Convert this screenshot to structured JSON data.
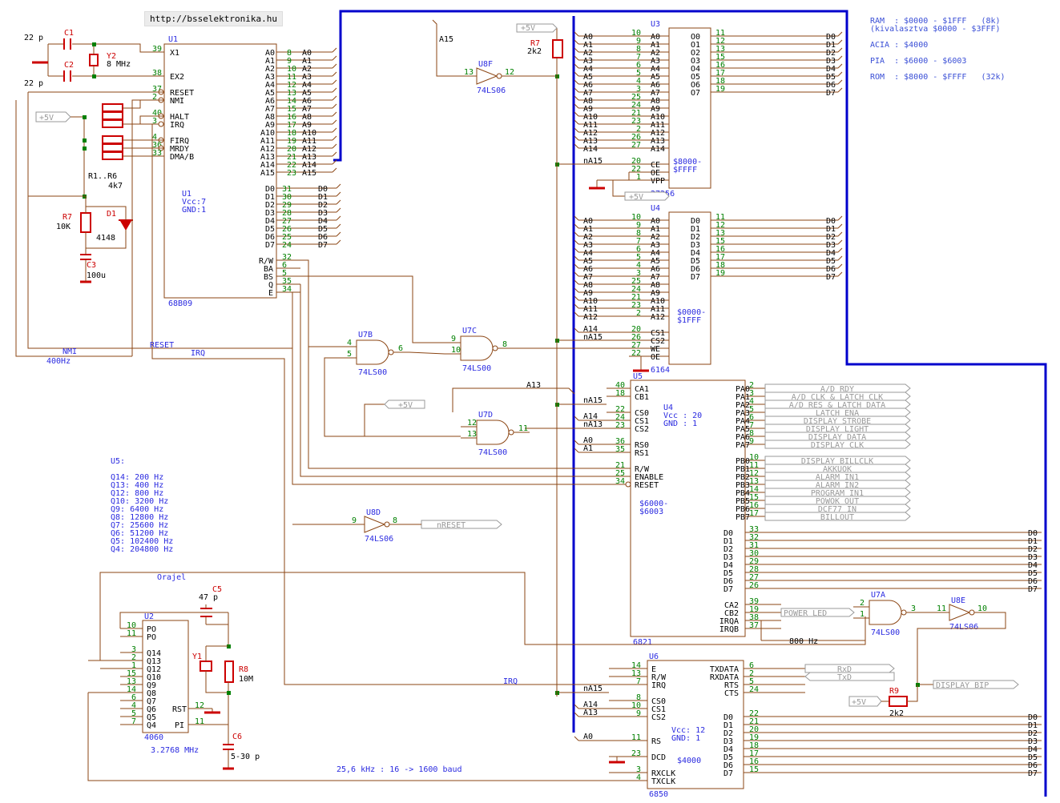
{
  "url": "http://bsselektronika.hu",
  "memory_map": [
    "RAM  : $0000 - $1FFF   (8k)",
    "(kivalasztva $0000 - $3FFF)",
    "ACIA : $4000",
    "PIA  : $6000 - $6003",
    "ROM  : $8000 - $FFFF   (32k)"
  ],
  "u5_title": "U5:",
  "u5_freq": [
    "Q14: 200 Hz",
    "Q13: 400 Hz",
    "Q12: 800 Hz",
    "Q10: 3200 Hz",
    "Q9: 6400 Hz",
    "Q8: 12800 Hz",
    "Q7: 25600 Hz",
    "Q6: 51200 Hz",
    "Q5: 102400 Hz",
    "Q4: 204800 Hz"
  ],
  "notes": {
    "orajel": "Orajel",
    "baud": "25,6 kHz : 16 -> 1600 baud",
    "hz800": "800 Hz",
    "nmi": "NMI",
    "hz400": "400Hz",
    "reset": "RESET",
    "irq": "IRQ",
    "irq2": "IRQ"
  },
  "u1": {
    "name": "U1",
    "type": "68B09",
    "info": [
      "U1",
      "Vcc:7",
      "GND:1"
    ],
    "left_pins": [
      {
        "num": "39",
        "label": "X1"
      },
      {
        "num": "38",
        "label": "EX2"
      },
      {
        "num": "37",
        "label": "RESET"
      },
      {
        "num": "2",
        "label": "NMI"
      },
      {
        "num": "40",
        "label": "HALT"
      },
      {
        "num": "3",
        "label": "IRQ"
      },
      {
        "num": "4",
        "label": "FIRQ"
      },
      {
        "num": "36",
        "label": "MRDY"
      },
      {
        "num": "33",
        "label": "DMA/B"
      }
    ],
    "addr_pins": [
      {
        "num": "8",
        "label": "A0"
      },
      {
        "num": "9",
        "label": "A1"
      },
      {
        "num": "10",
        "label": "A2"
      },
      {
        "num": "11",
        "label": "A3"
      },
      {
        "num": "12",
        "label": "A4"
      },
      {
        "num": "13",
        "label": "A5"
      },
      {
        "num": "14",
        "label": "A6"
      },
      {
        "num": "15",
        "label": "A7"
      },
      {
        "num": "16",
        "label": "A8"
      },
      {
        "num": "17",
        "label": "A9"
      },
      {
        "num": "18",
        "label": "A10"
      },
      {
        "num": "19",
        "label": "A11"
      },
      {
        "num": "20",
        "label": "A12"
      },
      {
        "num": "21",
        "label": "A13"
      },
      {
        "num": "22",
        "label": "A14"
      },
      {
        "num": "23",
        "label": "A15"
      }
    ],
    "data_pins": [
      {
        "num": "31",
        "label": "D0"
      },
      {
        "num": "30",
        "label": "D1"
      },
      {
        "num": "29",
        "label": "D2"
      },
      {
        "num": "28",
        "label": "D3"
      },
      {
        "num": "27",
        "label": "D4"
      },
      {
        "num": "26",
        "label": "D5"
      },
      {
        "num": "25",
        "label": "D6"
      },
      {
        "num": "24",
        "label": "D7"
      }
    ],
    "ctrl_pins": [
      {
        "num": "32",
        "label": "R/W"
      },
      {
        "num": "6",
        "label": "BA"
      },
      {
        "num": "5",
        "label": "BS"
      },
      {
        "num": "35",
        "label": "Q"
      },
      {
        "num": "34",
        "label": "E"
      }
    ]
  },
  "u3": {
    "name": "U3",
    "type": "27256",
    "range": [
      "$8000-",
      "$FFFF"
    ],
    "addr_nums": [
      "10",
      "9",
      "8",
      "7",
      "6",
      "5",
      "4",
      "3",
      "25",
      "24",
      "21",
      "23",
      "2",
      "26",
      "27"
    ],
    "addr_labels": [
      "A0",
      "A1",
      "A2",
      "A3",
      "A4",
      "A5",
      "A6",
      "A7",
      "A8",
      "A9",
      "A10",
      "A11",
      "A12",
      "A13",
      "A14"
    ],
    "out_nums": [
      "11",
      "12",
      "13",
      "15",
      "16",
      "17",
      "18",
      "19"
    ],
    "out_labels": [
      "O0",
      "O1",
      "O2",
      "O3",
      "O4",
      "O5",
      "O6",
      "O7"
    ],
    "ctrl": [
      {
        "num": "20",
        "label": "CE"
      },
      {
        "num": "22",
        "label": "OE"
      },
      {
        "num": "1",
        "label": "VPP"
      }
    ]
  },
  "u4": {
    "name": "U4",
    "type": "6164",
    "range": [
      "$0000-",
      "$1FFF"
    ],
    "addr_nums": [
      "10",
      "9",
      "8",
      "7",
      "6",
      "5",
      "4",
      "3",
      "25",
      "24",
      "21",
      "23",
      "2"
    ],
    "addr_labels": [
      "A0",
      "A1",
      "A2",
      "A3",
      "A4",
      "A5",
      "A6",
      "A7",
      "A8",
      "A9",
      "A10",
      "A11",
      "A12"
    ],
    "data_nums": [
      "11",
      "12",
      "13",
      "15",
      "16",
      "17",
      "18",
      "19"
    ],
    "ctrl": [
      {
        "num": "20",
        "label": "CS1"
      },
      {
        "num": "26",
        "label": "CS2"
      },
      {
        "num": "27",
        "label": "WE"
      },
      {
        "num": "22",
        "label": "OE"
      }
    ]
  },
  "u5": {
    "name": "U5",
    "type": "6821",
    "info": [
      "U4",
      "Vcc : 20",
      "GND : 1"
    ],
    "range": [
      "$6000-",
      "$6003"
    ],
    "left_pins": [
      {
        "num": "40",
        "label": "CA1"
      },
      {
        "num": "18",
        "label": "CB1"
      },
      {
        "num": "22",
        "label": "CS0"
      },
      {
        "num": "24",
        "label": "CS1"
      },
      {
        "num": "23",
        "label": "CS2"
      },
      {
        "num": "36",
        "label": "RS0"
      },
      {
        "num": "35",
        "label": "RS1"
      },
      {
        "num": "21",
        "label": "R/W"
      },
      {
        "num": "25",
        "label": "ENABLE"
      },
      {
        "num": "34",
        "label": "RESET"
      }
    ],
    "pa_nums": [
      "2",
      "3",
      "4",
      "5",
      "6",
      "7",
      "8",
      "9"
    ],
    "pa_signals": [
      "A/D RDY",
      "A/D CLK & LATCH CLK",
      "A/D RES & LATCH DATA",
      "LATCH ENA",
      "DISPLAY STROBE",
      "DISPLAY LIGHT",
      "DISPLAY DATA",
      "DISPLAY CLK"
    ],
    "pb_nums": [
      "10",
      "11",
      "12",
      "13",
      "14",
      "15",
      "16",
      "17"
    ],
    "pb_signals": [
      "DISPLAY BILLCLK",
      "AKKUOK",
      "ALARM IN1",
      "ALARM IN2",
      "PROGRAM IN1",
      "POWOK OUT",
      "DCF77 IN",
      "BILLOUT"
    ],
    "data_nums": [
      "33",
      "32",
      "31",
      "30",
      "29",
      "28",
      "27",
      "26"
    ],
    "ca2_cb2": [
      {
        "num": "39",
        "label": "CA2"
      },
      {
        "num": "19",
        "label": "CB2"
      },
      {
        "num": "38",
        "label": "IRQA"
      },
      {
        "num": "37",
        "label": "IRQB"
      }
    ],
    "power_led": "POWER LED"
  },
  "u6": {
    "name": "U6",
    "type": "6850",
    "info": [
      "Vcc: 12",
      "GND: 1"
    ],
    "addr": "$4000",
    "left_pins": [
      {
        "num": "14",
        "label": "E"
      },
      {
        "num": "13",
        "label": "R/W"
      },
      {
        "num": "7",
        "label": "IRQ"
      },
      {
        "num": "8",
        "label": "CS0"
      },
      {
        "num": "10",
        "label": "CS1"
      },
      {
        "num": "9",
        "label": "CS2"
      },
      {
        "num": "11",
        "label": "RS"
      },
      {
        "num": "23",
        "label": "DCD"
      },
      {
        "num": "3",
        "label": "RXCLK"
      },
      {
        "num": "4",
        "label": "TXCLK"
      }
    ],
    "right_pins": [
      {
        "num": "6",
        "label": "TXDATA"
      },
      {
        "num": "2",
        "label": "RXDATA"
      },
      {
        "num": "5",
        "label": "RTS"
      },
      {
        "num": "24",
        "label": "CTS"
      }
    ],
    "rxd": "RxD",
    "txd": "TxD",
    "data_nums": [
      "22",
      "21",
      "20",
      "19",
      "18",
      "17",
      "16",
      "15"
    ]
  },
  "u2": {
    "name": "U2",
    "type": "4060",
    "freq": "3.2768 MHz",
    "pins": [
      {
        "num": "10",
        "label": "PO"
      },
      {
        "num": "11",
        "label": "PO"
      },
      {
        "num": "3",
        "label": "Q14"
      },
      {
        "num": "2",
        "label": "Q13"
      },
      {
        "num": "1",
        "label": "Q12"
      },
      {
        "num": "15",
        "label": "Q10"
      },
      {
        "num": "13",
        "label": "Q9"
      },
      {
        "num": "14",
        "label": "Q8"
      },
      {
        "num": "6",
        "label": "Q7"
      },
      {
        "num": "4",
        "label": "Q6"
      },
      {
        "num": "5",
        "label": "Q5"
      },
      {
        "num": "7",
        "label": "Q4"
      }
    ],
    "rst": {
      "num": "12",
      "label": "RST"
    },
    "pi": {
      "num": "11",
      "label": "PI"
    }
  },
  "gates": {
    "u7b": {
      "name": "U7B",
      "type": "74LS00",
      "in1": "4",
      "in2": "5",
      "out": "6"
    },
    "u7c": {
      "name": "U7C",
      "type": "74LS00",
      "in1": "9",
      "in2": "10",
      "out": "8"
    },
    "u7d": {
      "name": "U7D",
      "type": "74LS00",
      "in1": "12",
      "in2": "13",
      "out": "11"
    },
    "u7a": {
      "name": "U7A",
      "type": "74LS00",
      "in1": "2",
      "in2": "1",
      "out": "3"
    },
    "u8f": {
      "name": "U8F",
      "type": "74LS06",
      "in": "13",
      "out": "12"
    },
    "u8d": {
      "name": "U8D",
      "type": "74LS06",
      "in": "9",
      "out": "8"
    },
    "u8e": {
      "name": "U8E",
      "type": "74LS06",
      "in": "11",
      "out": "10"
    }
  },
  "parts": {
    "c1": "C1",
    "c2": "C2",
    "c1v": "22 p",
    "c2v": "22 p",
    "y2": "Y2",
    "y2v": "8 MHz",
    "r16": "R1..R6",
    "r16v": "4k7",
    "r7a": "R7",
    "r7av": "10K",
    "d1": "D1",
    "d1v": "4148",
    "c3": "C3",
    "c3v": "100u",
    "r7b": "R7",
    "r7bv": "2k2",
    "c5": "C5",
    "c5v": "47 p",
    "y1": "Y1",
    "r8": "R8",
    "r8v": "10M",
    "c6": "C6",
    "c6v": "5-30 p",
    "r9": "R9",
    "r9v": "2k2",
    "plus5v": "+5V"
  },
  "signals": {
    "a15": "A15",
    "a13": "A13",
    "a14": "A14",
    "na15": "nA15",
    "na13": "nA13",
    "a0": "A0",
    "a1": "A1",
    "nreset": "nRESET",
    "display_bip": "DISPLAY BIP"
  },
  "colors": {
    "wire": "#8b4513",
    "label": "#000000",
    "pin_num": "#008000",
    "note": "#2a2ae0",
    "bus": "#0000cc",
    "part": "#cc0000"
  }
}
